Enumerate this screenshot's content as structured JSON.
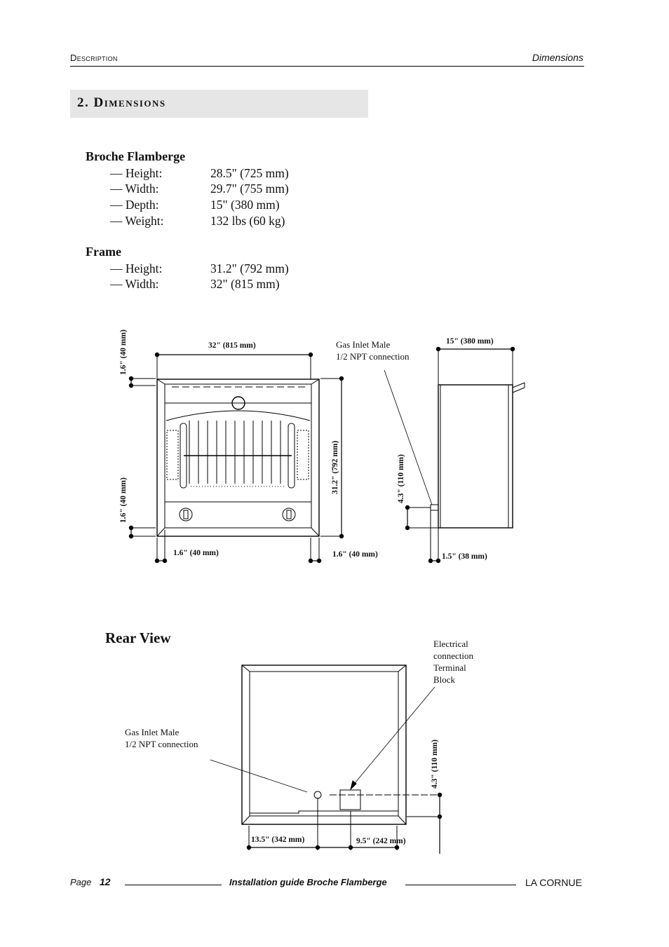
{
  "header": {
    "section": "Description",
    "topic": "Dimensions"
  },
  "section_title": "2. Dimensions",
  "broche": {
    "title": "Broche Flamberge",
    "rows": [
      {
        "label": "— Height:",
        "value": "28.5\" (725 mm)"
      },
      {
        "label": "— Width:",
        "value": "29.7\" (755 mm)"
      },
      {
        "label": "— Depth:",
        "value": "15\" (380 mm)"
      },
      {
        "label": "— Weight:",
        "value": "132 lbs (60 kg)"
      }
    ]
  },
  "frame": {
    "title": "Frame",
    "rows": [
      {
        "label": "— Height:",
        "value": "31.2\" (792 mm)"
      },
      {
        "label": "— Width:",
        "value": "32\" (815 mm)"
      }
    ]
  },
  "front_diagram": {
    "width_dim": "32\"  (815  mm)",
    "top_margin_dim": "1.6\"  (40  mm)",
    "bottom_margin_dim": "1.6\"  (40  mm)",
    "height_dim": "31.2\"  (792  mm)",
    "left_margin_dim": "1.6\"  (40  mm)",
    "right_margin_dim": "1.6\"  (40  mm)",
    "gas_note_line1": "Gas Inlet Male",
    "gas_note_line2": "1/2 NPT connection"
  },
  "side_diagram": {
    "depth_dim": "15\"  (380  mm)",
    "inlet_height_dim": "4.3\"  (110  mm)",
    "flange_dim": "1.5\"  (38  mm)"
  },
  "rear_view": {
    "title": "Rear View",
    "elec_note": [
      "Electrical",
      "connection",
      "Terminal",
      "Block"
    ],
    "gas_note_line1": "Gas Inlet Male",
    "gas_note_line2": "1/2 NPT connection",
    "inlet_height_dim": "4.3\"  (110  mm)",
    "gas_offset_dim": "13.5\"  (342  mm)",
    "elec_offset_dim": "9.5\"  (242  mm)"
  },
  "footer": {
    "page_label": "Page",
    "page_number": "12",
    "title": "Installation guide Broche Flamberge",
    "brand": "LA CORNUE"
  }
}
